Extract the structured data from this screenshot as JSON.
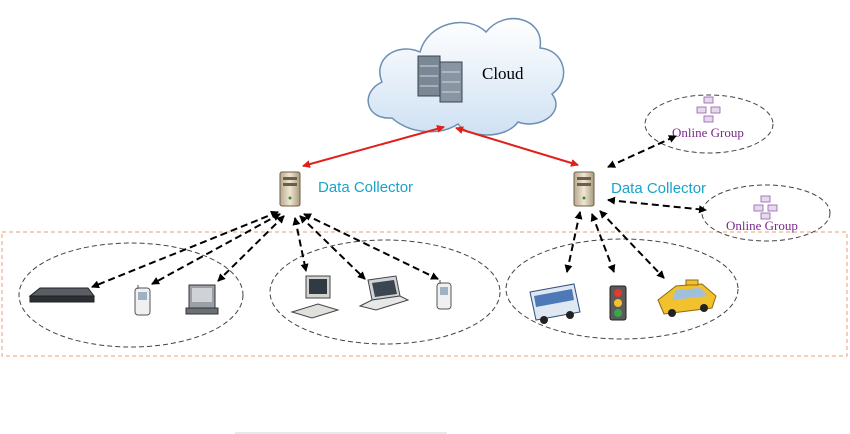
{
  "cloud": {
    "label": "Cloud",
    "icon": "server-rack-icon"
  },
  "collectors": [
    {
      "label": "Data Collector",
      "icon": "server-tower-icon"
    },
    {
      "label": "Data Collector",
      "icon": "server-tower-icon"
    }
  ],
  "online_groups": [
    {
      "label": "Online Group",
      "icon": "network-group-icon"
    },
    {
      "label": "Online Group",
      "icon": "network-group-icon"
    }
  ],
  "device_groups": [
    {
      "devices": [
        "set-top-box-icon",
        "mobile-phone-icon",
        "scanner-icon"
      ]
    },
    {
      "devices": [
        "desktop-computer-icon",
        "laptop-icon",
        "mobile-phone-icon"
      ]
    },
    {
      "devices": [
        "bus-icon",
        "traffic-light-icon",
        "taxi-icon"
      ]
    }
  ],
  "colors": {
    "cloud_link": "#e0201b",
    "device_link": "#000000",
    "collector_label": "#1aa3c9",
    "group_label": "#7a2a8a",
    "region_border": "#e8a070"
  }
}
